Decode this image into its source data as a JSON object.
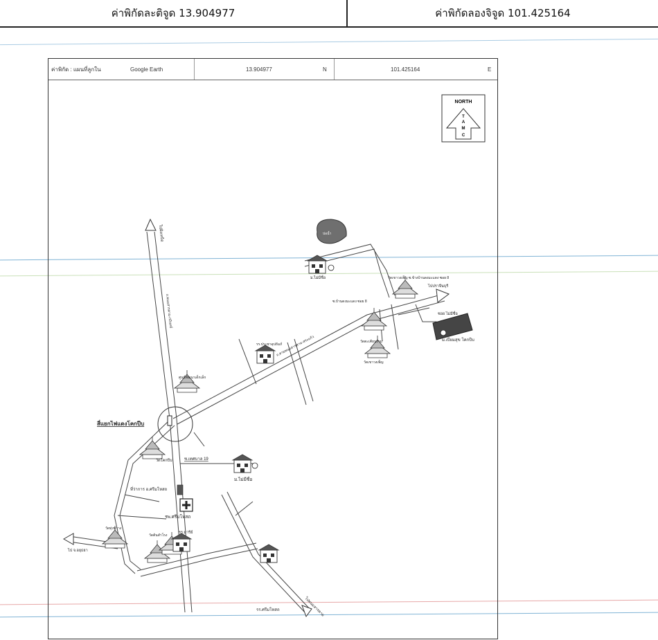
{
  "header": {
    "lat_label": "ค่าพิกัดละติจูด 13.904977",
    "lon_label": "ค่าพิกัดลองจิจูด 101.425164"
  },
  "sheet_header": {
    "source_label": "ค่าพิกัด : แผนที่ลูกใน",
    "source_name": "Google Earth",
    "lat_value": "13.904977",
    "lat_dir": "N",
    "lon_value": "101.425164",
    "lon_dir": "E"
  },
  "north_arrow": {
    "title": "NORTH",
    "letters": [
      "T",
      "A",
      "M",
      "C"
    ]
  },
  "labels": {
    "intersection": "สี่แยกไฟแดงโคกปีบ",
    "school_main": "ม.เปี่ยมสุข โคกปีบ",
    "school_2_name": "ม.ไม่มีชื่อ",
    "hospital": "รพ.ศรีมโหสถ",
    "district_office": "ที่ว่าการ อ.ศรีมโหสถ",
    "temple_kokpeep": "วัดโคกปีบ",
    "soi_19": "ซ.เทศบาล 19",
    "road_north": "ไปฝั่งเหนือ",
    "road_prachinburi": "ไปปราจีนบุรี",
    "road_south": "ไปพนมสารคาม",
    "road_west": "ไป จ.อยุธยา",
    "pond": "บ่อน้ำ",
    "school_top": "ม.ไม่มีชื่อ",
    "temple_east": "วัดเขาวงเพ็ญ",
    "soi_ban": "ซ.บ้านดงมะแดง ซอย 8",
    "school_sri": "รร.ศรีมโหสถ",
    "school_pracha": "รร.ประชาอุปถัมภ์",
    "hwy_label": "ถ.สายพนมสารคาม-สระแก้ว",
    "vertical_road": "ถ.พนมสารคาม-กบินทร์",
    "temple_left": "วัดทุ่งขวาง",
    "temple_mid": "วัดต้นสำโรง",
    "school_small": "รร.มารีย์",
    "kindergarten": "ศูนย์พัฒนาเด็กเล็ก",
    "soi_nop": "ซอย ไม่มีชื่อ",
    "temple_right2": "วัดตะเคียนงาม",
    "temple_near": "วัดเขาวงเพ็ญ ซ.ข้างบ้านดงมะแดง ซอย 8"
  },
  "colors": {
    "pond_fill": "#6f6f6f",
    "school_fill": "#454545",
    "scan_blue": "#7fb3d5",
    "scan_red": "#e7a7a7"
  }
}
